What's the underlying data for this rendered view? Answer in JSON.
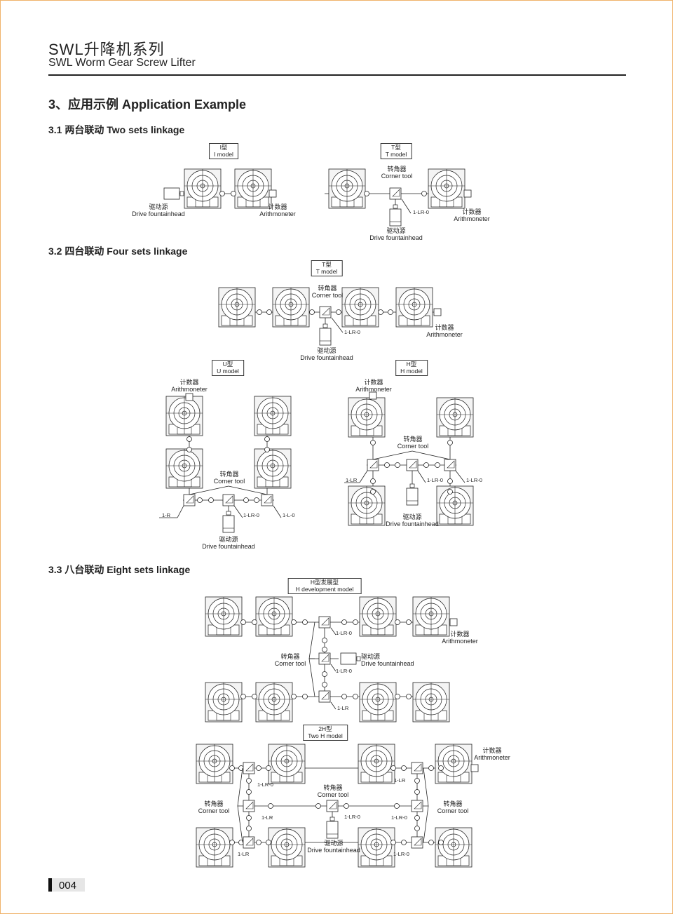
{
  "header": {
    "title_cn": "SWL升降机系列",
    "title_en": "SWL Worm  Gear Screw Lifter"
  },
  "section": {
    "title": "3、应用示例 Application Example"
  },
  "sub1": {
    "title": "3.1 两台联动  Two sets linkage",
    "i_model": {
      "cn": "I型",
      "en": "I model",
      "drive_cn": "驱动源",
      "drive_en": "Drive fountainhead",
      "counter_cn": "计数器",
      "counter_en": "Arithmoneter"
    },
    "t_model": {
      "cn": "T型",
      "en": "T model",
      "corner_cn": "转角器",
      "corner_en": "Corner tool",
      "code": "1-LR-0",
      "drive_cn": "驱动源",
      "drive_en": "Drive fountainhead",
      "counter_cn": "计数器",
      "counter_en": "Arithmoneter"
    }
  },
  "sub2": {
    "title": "3.2 四台联动  Four sets linkage",
    "t_model": {
      "cn": "T型",
      "en": "T model",
      "corner_cn": "转角器",
      "corner_en": "Corner tool",
      "code": "1-LR-0",
      "drive_cn": "驱动源",
      "drive_en": "Drive fountainhead",
      "counter_cn": "计数器",
      "counter_en": "Arithmoneter"
    },
    "u_model": {
      "cn": "U型",
      "en": "U model",
      "counter_cn": "计数器",
      "counter_en": "Arithmoneter",
      "corner_cn": "转角器",
      "corner_en": "Corner tool",
      "code_left": "1-R",
      "code_mid": "1-LR-0",
      "code_right": "1-L-0",
      "drive_cn": "驱动源",
      "drive_en": "Drive fountainhead"
    },
    "h_model": {
      "cn": "H型",
      "en": "H model",
      "counter_cn": "计数器",
      "counter_en": "Arithmoneter",
      "corner_cn": "转角器",
      "corner_en": "Corner tool",
      "code_left": "1-LR",
      "code_mid": "1-LR-0",
      "code_right": "1-LR-0",
      "drive_cn": "驱动源",
      "drive_en": "Drive fountainhead"
    }
  },
  "sub3": {
    "title": "3.3 八台联动  Eight sets linkage",
    "hdev_model": {
      "cn": "H型发展型",
      "en": "H development model",
      "code1": "1-LR-0",
      "code2": "1-LR-0",
      "code3": "1-LR",
      "corner_cn": "转角器",
      "corner_en": "Corner tool",
      "drive_cn": "驱动源",
      "drive_en": "Drive fountainhead",
      "counter_cn": "计数器",
      "counter_en": "Arithmoneter"
    },
    "twoh_model": {
      "cn": "2H型",
      "en": "Two H model",
      "counter_cn": "计数器",
      "counter_en": "Arithmoneter",
      "corner_left_cn": "转角器",
      "corner_left_en": "Corner tool",
      "corner_mid_cn": "转角器",
      "corner_mid_en": "Corner tool",
      "corner_right_cn": "转角器",
      "corner_right_en": "Corner tool",
      "code_tl": "1-LR-0",
      "code_ml": "1-LR",
      "code_bl": "1-LR",
      "code_mid": "1-LR-0",
      "code_tr": "1-LR",
      "code_mr": "1-LR-0",
      "code_br": "1-LR-0",
      "drive_cn": "驱动源",
      "drive_en": "Drive fountainhead"
    }
  },
  "footer": {
    "page_number": "004"
  },
  "colors": {
    "border": "#f0b36a",
    "ink": "#222222"
  }
}
